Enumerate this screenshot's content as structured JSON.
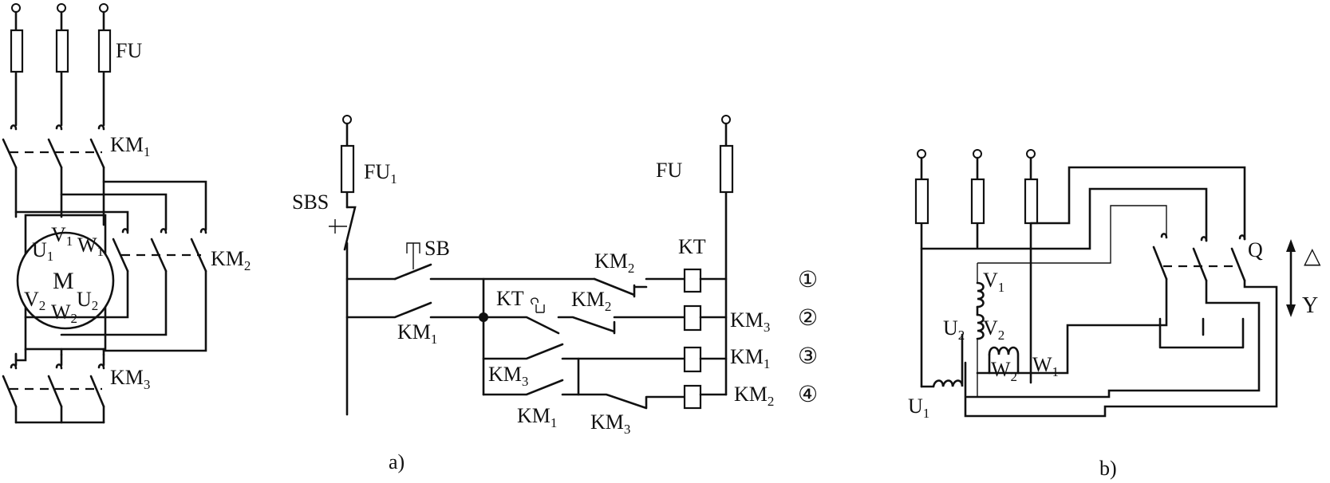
{
  "captions": {
    "a": "a)",
    "b": "b)"
  },
  "power_circuit": {
    "fuse": "FU",
    "contactor_1": {
      "base": "KM",
      "sub": "1"
    },
    "contactor_2": {
      "base": "KM",
      "sub": "2"
    },
    "contactor_3": {
      "base": "KM",
      "sub": "3"
    },
    "motor": {
      "name": "M",
      "terminals": [
        {
          "base": "V",
          "sub": "1"
        },
        {
          "base": "W",
          "sub": "1"
        },
        {
          "base": "U",
          "sub": "1"
        },
        {
          "base": "V",
          "sub": "2"
        },
        {
          "base": "W",
          "sub": "2"
        },
        {
          "base": "U",
          "sub": "2"
        }
      ]
    }
  },
  "control_circuit": {
    "fuse_left": {
      "base": "FU",
      "sub": "1"
    },
    "fuse_right": "FU",
    "stop_button": "SBS",
    "start_button": "SB",
    "timer": "KT",
    "rungs": [
      {
        "number": "①",
        "coil": "KT",
        "contact": {
          "base": "KM",
          "sub": "2"
        }
      },
      {
        "number": "②",
        "coil": {
          "base": "KM",
          "sub": "3"
        },
        "contact": {
          "base": "KM",
          "sub": "2"
        },
        "timer_contact": "KT"
      },
      {
        "number": "③",
        "coil": {
          "base": "KM",
          "sub": "1"
        },
        "contact": {
          "base": "KM",
          "sub": "3"
        }
      },
      {
        "number": "④",
        "coil": {
          "base": "KM",
          "sub": "2"
        },
        "contact": {
          "base": "KM",
          "sub": "1"
        },
        "contact_2": {
          "base": "KM",
          "sub": "3"
        }
      }
    ],
    "holding_contact": {
      "base": "KM",
      "sub": "1"
    }
  },
  "switch_circuit": {
    "switch": "Q",
    "delta": "△",
    "star": "Y",
    "windings": [
      {
        "base": "V",
        "sub": "1"
      },
      {
        "base": "V",
        "sub": "2"
      },
      {
        "base": "U",
        "sub": "2"
      },
      {
        "base": "U",
        "sub": "1"
      },
      {
        "base": "W",
        "sub": "2"
      },
      {
        "base": "W",
        "sub": "1"
      }
    ]
  }
}
